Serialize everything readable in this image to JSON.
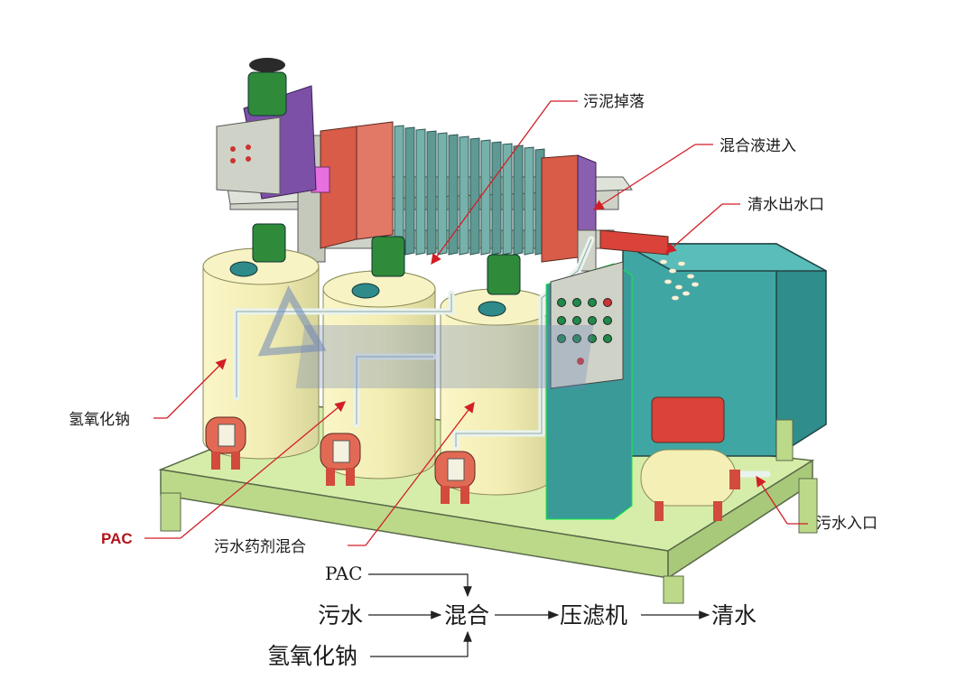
{
  "callouts": {
    "sludge_drop": "污泥掉落",
    "mix_inlet": "混合液进入",
    "clean_outlet": "清水出水口",
    "naoh": "氢氧化钠",
    "pac": "PAC",
    "mixing": "污水药剂混合",
    "sewage_inlet": "污水入口"
  },
  "flow": {
    "pac": "PAC",
    "sewage": "污水",
    "mix": "混合",
    "press": "压滤机",
    "clean": "清水",
    "naoh": "氢氧化钠"
  },
  "colors": {
    "frame": "#cfe9a0",
    "tank": "#f4efb5",
    "plates": "#6fa9a4",
    "red_end": "#d85c48",
    "purple": "#8a5fb0",
    "water_tank": "#3fa5a3",
    "motor": "#2f8a3a",
    "callout_line": "#d21f26"
  }
}
